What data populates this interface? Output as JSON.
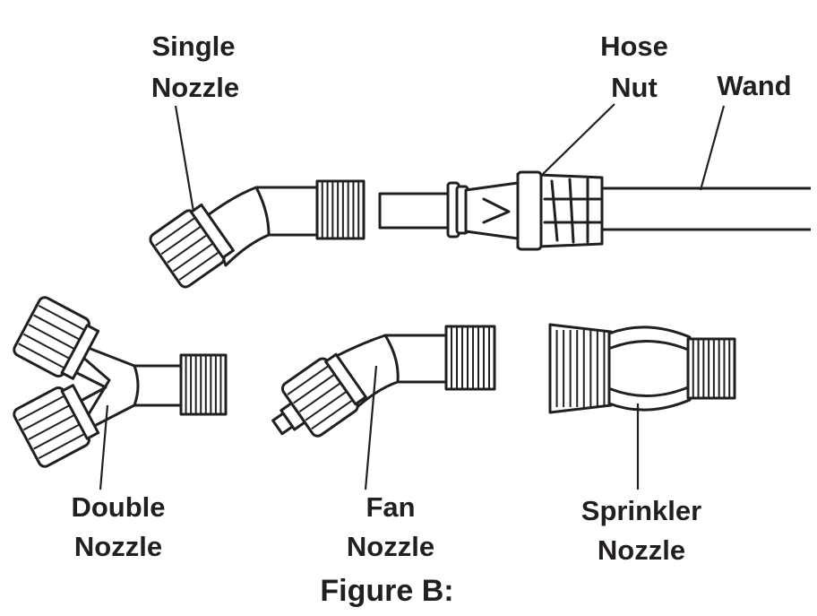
{
  "labels": {
    "single_nozzle": [
      "Single",
      "Nozzle"
    ],
    "hose_nut": [
      "Hose",
      "Nut"
    ],
    "wand": "Wand",
    "double_nozzle": [
      "Double",
      "Nozzle"
    ],
    "fan_nozzle": [
      "Fan",
      "Nozzle"
    ],
    "sprinkler_nozzle": [
      "Sprinkler",
      "Nozzle"
    ]
  },
  "caption": "Figure B:"
}
